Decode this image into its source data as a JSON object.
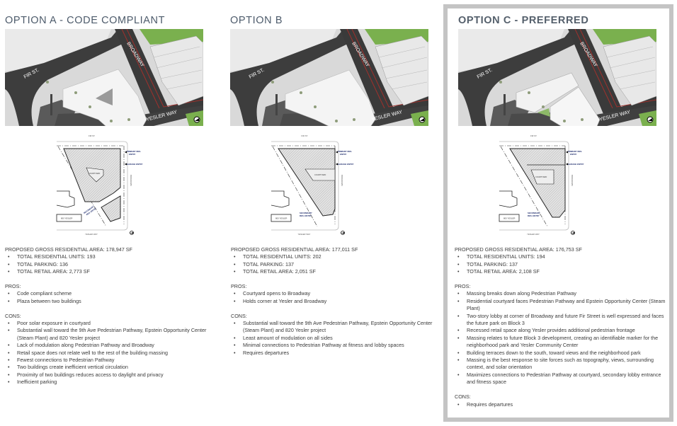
{
  "plan_labels": {
    "fir_st": "FIR ST.",
    "primary_entry": [
      "PRIMARY RES.",
      "ENTRY"
    ],
    "garage_entry": "GARAGE ENTRY",
    "courtyard": "COURTYARD",
    "broadway": "BROADWAY",
    "secondary_entry": [
      "SECONDARY",
      "RES. ENTRY"
    ],
    "yesler_800": "800 YESLER",
    "yesler_way": "YESLER WAY"
  },
  "aerial_labels": {
    "fir_st": "FIR ST.",
    "broadway": "BROADWAY",
    "yesler_way": "YESLER WAY"
  },
  "colors": {
    "title": "#4d5b6b",
    "panel_border": "#c4c4c4",
    "road_red": "#a0302c",
    "green": "#7ab04e"
  },
  "options": [
    {
      "title": "OPTION A - CODE COMPLIANT",
      "gross_area": "PROPOSED GROSS RESIDENTIAL AREA: 178,947 SF",
      "stats": [
        "TOTAL RESIDENTIAL UNITS: 193",
        "TOTAL PARKING: 136",
        "TOTAL RETAIL AREA: 2,773 SF"
      ],
      "pros_label": "PROS:",
      "pros": [
        "Code compliant scheme",
        "Plaza between two buildings"
      ],
      "cons_label": "CONS:",
      "cons": [
        "Poor solar exposure in courtyard",
        "Substantial wall toward the 9th Ave Pedestrian Pathway, Epstein Opportunity Center (Steam Plant) and 820 Yesler project",
        "Lack of modulation along Pedestrian Pathway and Broadway",
        "Retail space does not relate well to the rest of the building massing",
        "Fewest connections to Pedestrian Pathway",
        "Two buildings create inefficient vertical circulation",
        "Proximity of two buildings reduces access to daylight and privacy",
        "Inefficient parking"
      ]
    },
    {
      "title": "OPTION B",
      "gross_area": "PROPOSED GROSS RESIDENTIAL AREA: 177,011 SF",
      "stats": [
        "TOTAL RESIDENTIAL UNITS: 202",
        "TOTAL PARKING: 137",
        "TOTAL RETAIL AREA: 2,051 SF"
      ],
      "pros_label": "PROS:",
      "pros": [
        "Courtyard opens to Broadway",
        "Holds corner at Yesler and Broadway"
      ],
      "cons_label": "CONS:",
      "cons": [
        "Substantial wall toward the 9th Ave Pedestrian Pathway, Epstein Opportunity Center (Steam Plant) and 820 Yesler project",
        "Least amount of modulation on all sides",
        "Minimal connections to Pedestrian Pathway at fitness and lobby spaces",
        "Requires departures"
      ]
    },
    {
      "title": "OPTION C - PREFERRED",
      "gross_area": "PROPOSED GROSS RESIDENTIAL AREA: 176,753 SF",
      "stats": [
        "TOTAL RESIDENTIAL UNITS: 194",
        "TOTAL PARKING: 137",
        "TOTAL RETAIL AREA: 2,108 SF"
      ],
      "pros_label": "PROS:",
      "pros": [
        "Massing breaks down along Pedestrian Pathway",
        "Residential courtyard faces Pedestrian Pathway and Epstein Opportunity Center (Steam Plant)",
        "Two-story lobby at corner of Broadway and future Fir Street is well expressed and faces the future park on Block 3",
        "Recessed retail space along Yesler provides additional pedestrian frontage",
        "Massing relates to future Block 3 development, creating an identifiable marker for the neighborhood park and Yesler Community Center",
        "Building terraces down to the south, toward views and the neighborhood park",
        "Massing is the best response to site forces such as topography, views, surrounding context, and solar orientation",
        "Maximizes connections to Pedestrian Pathway at courtyard, secondary lobby entrance and fitness space"
      ],
      "cons_label": "CONS:",
      "cons": [
        "Requires departures"
      ]
    }
  ]
}
